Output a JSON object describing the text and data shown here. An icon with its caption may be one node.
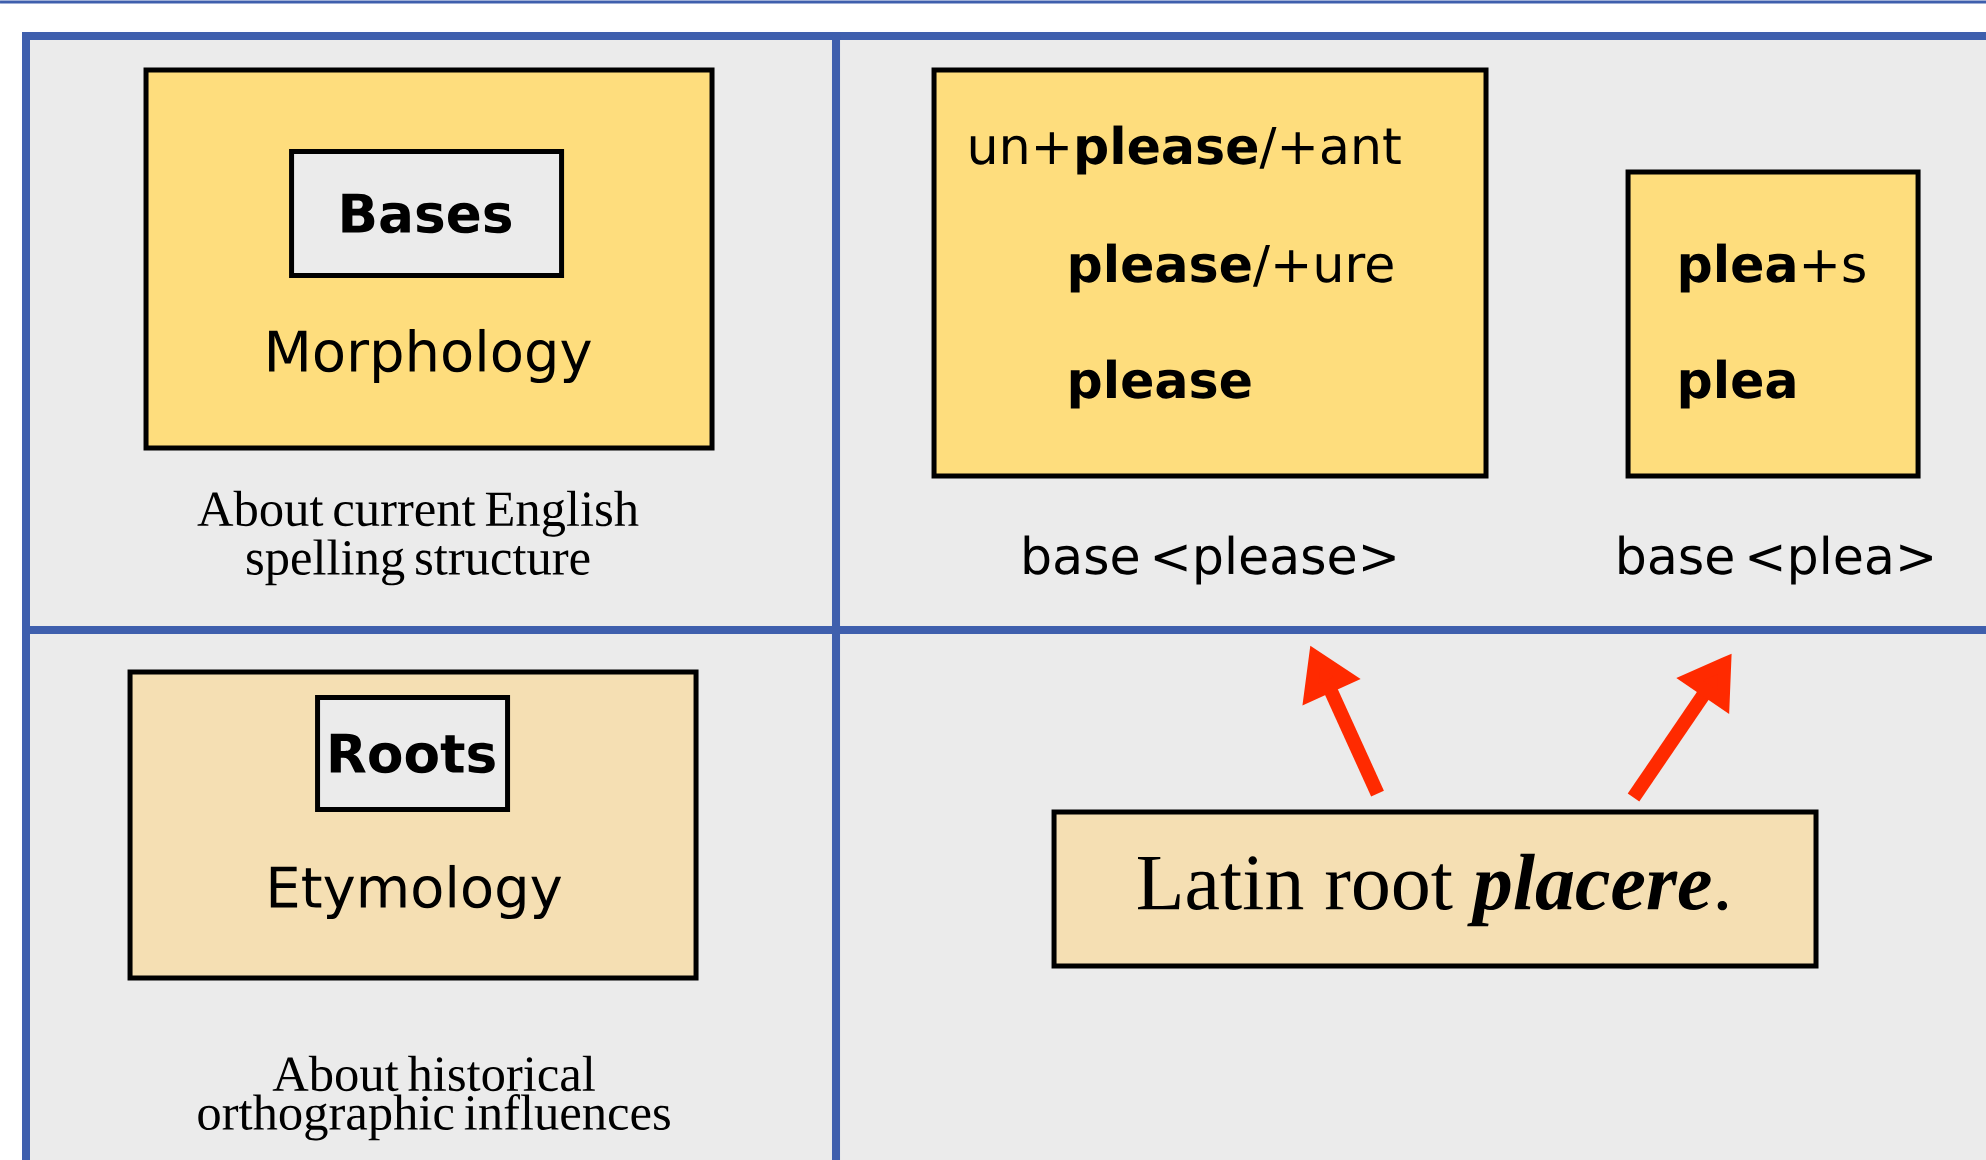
{
  "diagram": {
    "nodes": [
      {
        "text": [
          "Morphology"
        ],
        "beside": [
          "About current English spelling structure"
        ]
      },
      {
        "text": [
          "Bases"
        ],
        "in": 0
      },
      {
        "text": [
          "Etymology"
        ],
        "beside": [
          "About historical orthographic influences"
        ]
      },
      {
        "text": [
          "Roots"
        ],
        "in": 2
      },
      {
        "text": [
          "un+**please**/+ant",
          "**please**/+ure",
          "**please**"
        ],
        "beside": [
          "base <please>"
        ]
      },
      {
        "text": [
          "**plea**+s",
          "**plea**"
        ],
        "beside": [
          "base <plea>"
        ]
      },
      {
        "text": [
          "Latin root **placere**."
        ]
      }
    ],
    "edges": [
      {
        "from": 6,
        "to": 4,
        "arrow": "to"
      },
      {
        "from": 6,
        "to": 5,
        "arrow": "to"
      }
    ]
  }
}
